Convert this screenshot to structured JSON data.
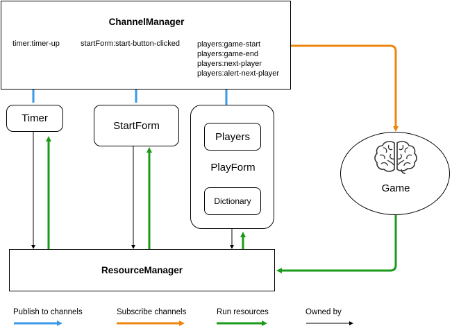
{
  "channel_manager": {
    "title": "ChannelManager",
    "labels": {
      "timer": "timer:timer-up",
      "start_form": "startForm:start-button-clicked",
      "players": [
        "players:game-start",
        "players:game-end",
        "players:next-player",
        "players:alert-next-player"
      ]
    }
  },
  "components": {
    "timer": "Timer",
    "start_form": "StartForm",
    "play_form": "PlayForm",
    "players": "Players",
    "dictionary": "Dictionary",
    "game": "Game",
    "resource_manager": "ResourceManager"
  },
  "legend": [
    {
      "label": "Publish to channels",
      "color": "#3a98e6"
    },
    {
      "label": "Subscribe channels",
      "color": "#f0850c"
    },
    {
      "label": "Run resources",
      "color": "#1a9a1a"
    },
    {
      "label": "Owned by",
      "color": "#000000"
    }
  ],
  "icons": {
    "game": "brain-icon"
  }
}
